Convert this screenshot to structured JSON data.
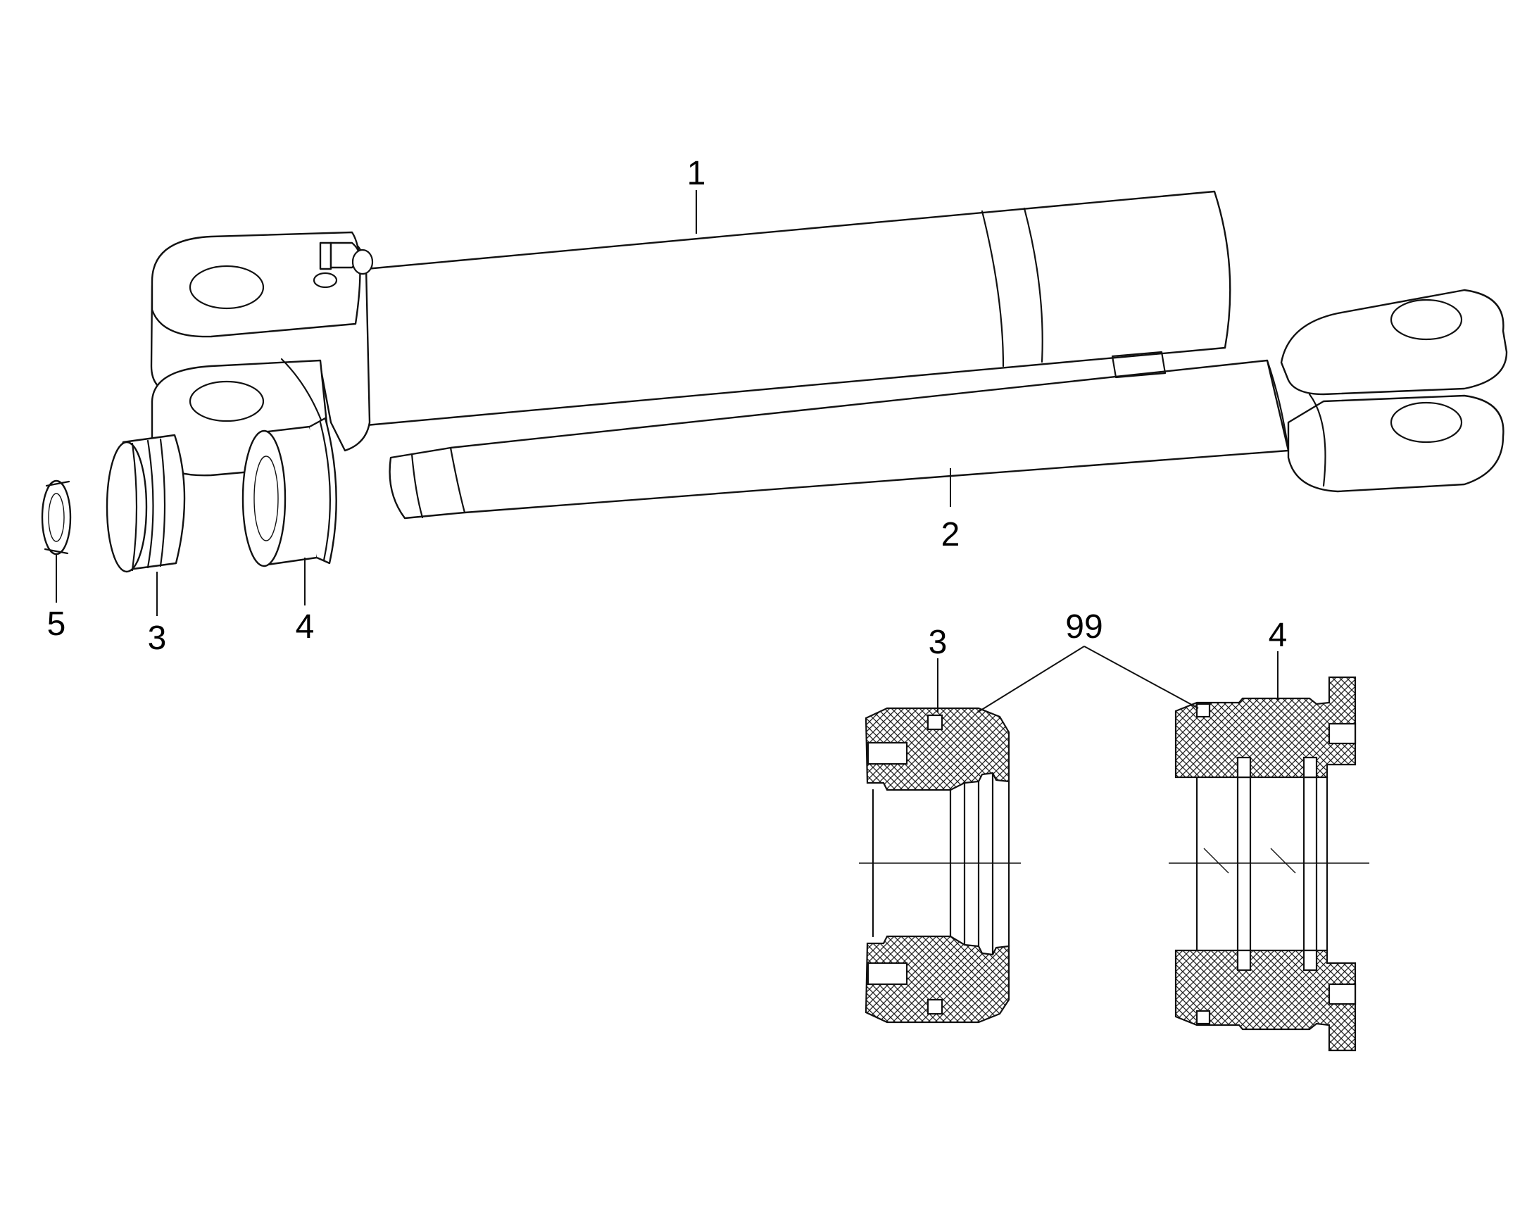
{
  "callouts": {
    "part1": "1",
    "part2": "2",
    "part3_exploded": "3",
    "part4_exploded": "4",
    "part5": "5",
    "part3_section": "3",
    "part4_section": "4",
    "part99": "99"
  }
}
